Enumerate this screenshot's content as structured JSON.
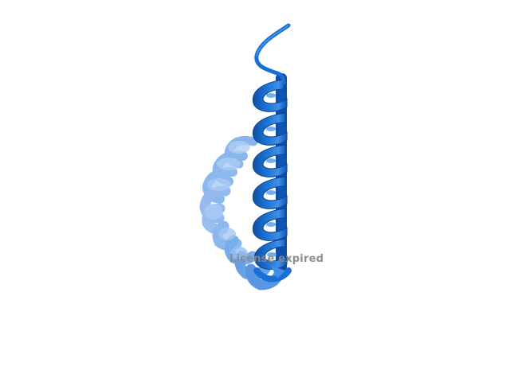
{
  "viewer": {
    "background_color": "#ffffff",
    "subject": "protein-helix-hairpin",
    "render_style": "cartoon-ribbon",
    "colors": {
      "front_helix": "#1a6fd4",
      "front_helix_dark": "#0d4fa8",
      "front_helix_light": "#3f8fe8",
      "back_helix": "#4b8fe0",
      "back_helix_fog": "#8ab6ee",
      "coil": "#1a6fd4"
    },
    "watermark": {
      "text": "License expired",
      "color": "#8a8a8a"
    }
  }
}
